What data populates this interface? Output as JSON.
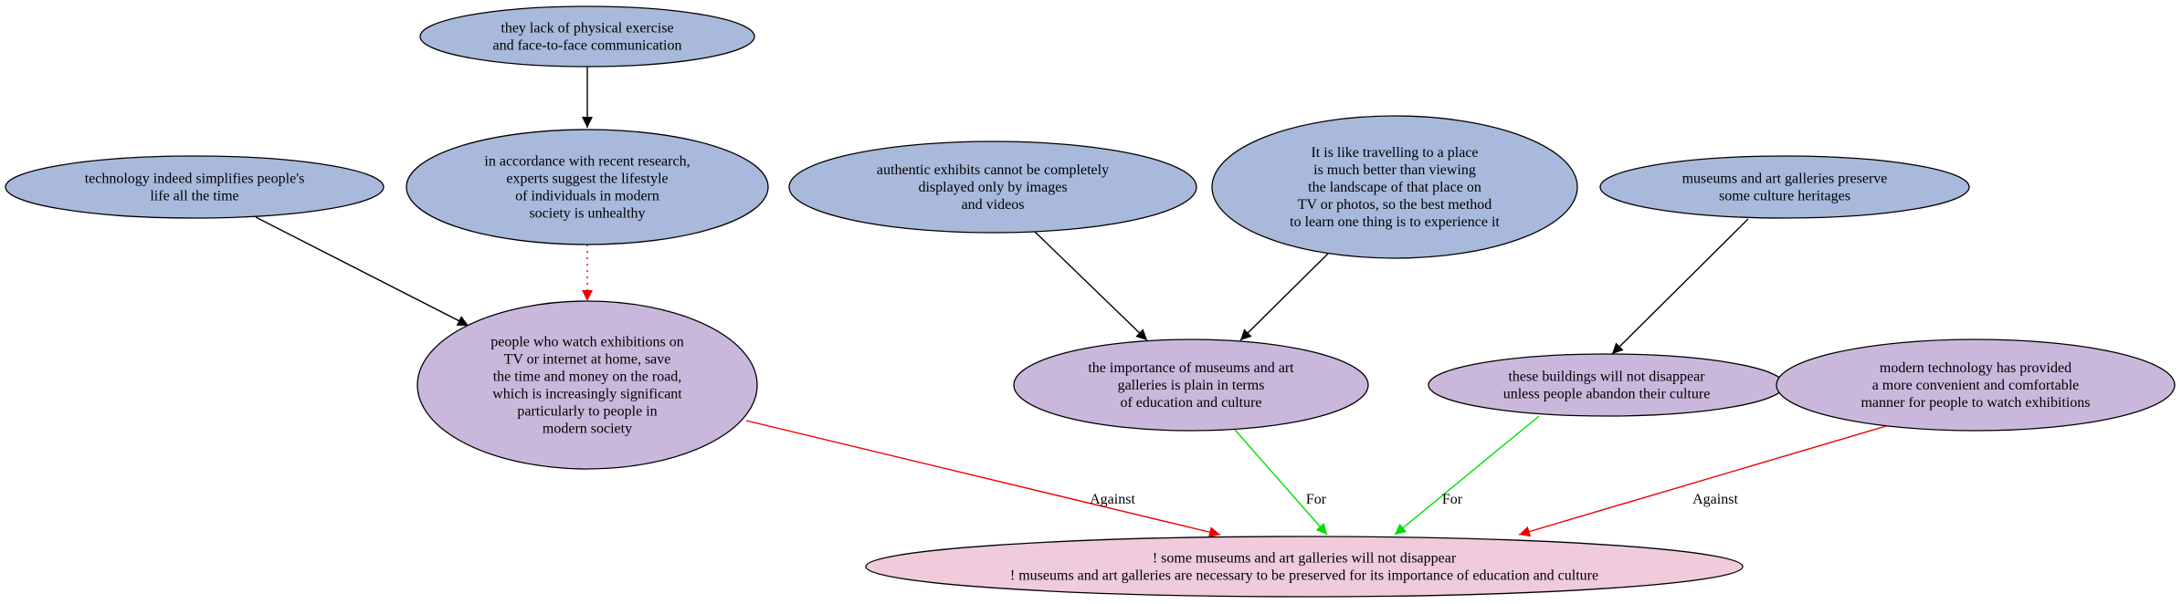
{
  "colors": {
    "premise": "#a9b9dc",
    "claim": "#cab8dc",
    "conclusion": "#efcbdc",
    "outline": "#000000",
    "support": "#000000",
    "for": "#00dd00",
    "against": "#ee0000",
    "dotted": "#ee0000"
  },
  "nodes": {
    "n1": {
      "kind": "premise",
      "lines": [
        "they lack of physical exercise",
        "and face-to-face communication"
      ]
    },
    "n2": {
      "kind": "premise",
      "lines": [
        "technology indeed simplifies people's",
        "life all the time"
      ]
    },
    "n3": {
      "kind": "premise",
      "lines": [
        "in accordance with recent research,",
        "experts suggest the lifestyle",
        "of individuals in modern",
        "society is unhealthy"
      ]
    },
    "n4": {
      "kind": "premise",
      "lines": [
        "authentic exhibits cannot be completely",
        "displayed only by images",
        "and videos"
      ]
    },
    "n5": {
      "kind": "premise",
      "lines": [
        "It is like travelling to a place",
        "is much better than viewing",
        "the landscape of that place on",
        "TV or photos, so the best method",
        "to learn one thing is to experience it"
      ]
    },
    "n6": {
      "kind": "premise",
      "lines": [
        "museums and art galleries preserve",
        "some culture heritages"
      ]
    },
    "n7": {
      "kind": "claim",
      "lines": [
        "people who watch exhibitions on",
        "TV or internet at home, save",
        "the time and money on the road,",
        "which is increasingly significant",
        "particularly to people in",
        "modern society"
      ]
    },
    "n8": {
      "kind": "claim",
      "lines": [
        "the importance of museums and art",
        "galleries is plain in terms",
        "of education and culture"
      ]
    },
    "n9": {
      "kind": "claim",
      "lines": [
        "these buildings will not disappear",
        "unless people abandon their culture"
      ]
    },
    "n10": {
      "kind": "claim",
      "lines": [
        "modern technology has provided",
        "a more convenient and comfortable",
        "manner for people to watch exhibitions"
      ]
    },
    "n11": {
      "kind": "conclusion",
      "lines": [
        "! some museums and art galleries will not disappear",
        "! museums and art galleries are necessary to be preserved for its importance of education and culture"
      ]
    }
  },
  "edges": [
    {
      "id": "e1",
      "from": "n1",
      "to": "n3",
      "style": "support",
      "label": ""
    },
    {
      "id": "e2",
      "from": "n2",
      "to": "n7",
      "style": "support",
      "label": ""
    },
    {
      "id": "e3",
      "from": "n3",
      "to": "n7",
      "style": "dotted",
      "label": ""
    },
    {
      "id": "e4",
      "from": "n4",
      "to": "n8",
      "style": "support",
      "label": ""
    },
    {
      "id": "e5",
      "from": "n5",
      "to": "n8",
      "style": "support",
      "label": ""
    },
    {
      "id": "e6",
      "from": "n6",
      "to": "n9",
      "style": "support",
      "label": ""
    },
    {
      "id": "e7",
      "from": "n7",
      "to": "n11",
      "style": "against",
      "label": "Against"
    },
    {
      "id": "e8",
      "from": "n8",
      "to": "n11",
      "style": "for",
      "label": "For"
    },
    {
      "id": "e9",
      "from": "n9",
      "to": "n11",
      "style": "for",
      "label": "For"
    },
    {
      "id": "e10",
      "from": "n10",
      "to": "n11",
      "style": "against",
      "label": "Against"
    }
  ]
}
